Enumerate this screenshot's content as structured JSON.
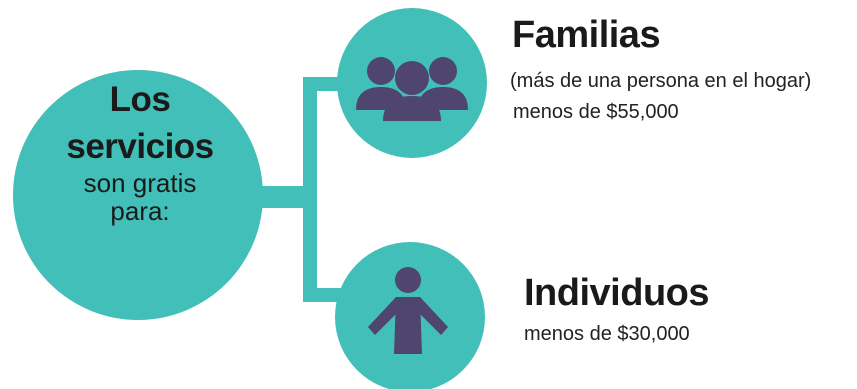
{
  "colors": {
    "accent": "#41bfb8",
    "icon": "#4f456f",
    "text": "#1a1a1a"
  },
  "main": {
    "line1": "Los",
    "line2": "servicios",
    "line3": "son gratis",
    "line4": "para:"
  },
  "families": {
    "icon": "group-icon",
    "title": "Familias",
    "note": "(más de una persona en el hogar)",
    "income": "menos de $55,000"
  },
  "individuals": {
    "icon": "person-icon",
    "title": "Individuos",
    "income": "menos de $30,000"
  }
}
